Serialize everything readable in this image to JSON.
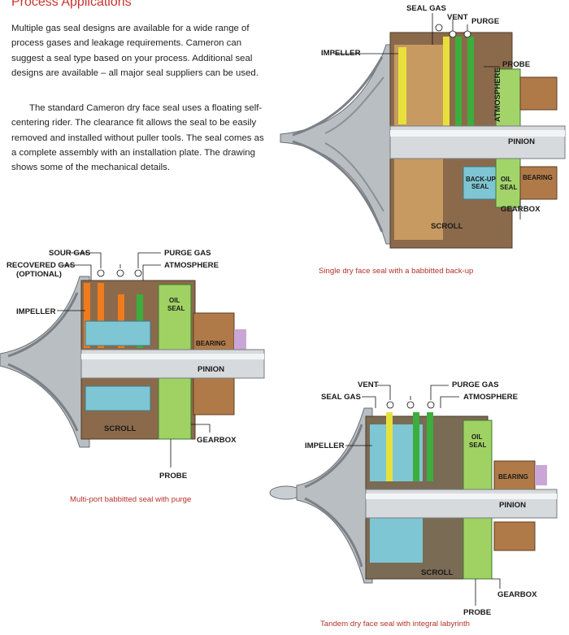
{
  "heading": "Process Applications",
  "paragraphs": [
    "Multiple gas seal designs are available for a wide range of process gases and leakage requirements. Cameron can suggest a seal type based on your process. Additional seal designs are available – all major seal suppliers can be used.",
    "The standard Cameron dry face seal uses a floating self-centering rider. The clearance fit allows the seal to be easily removed and installed without puller tools. The seal comes as a complete assembly with an installation plate. The drawing shows some of the mechanical details."
  ],
  "figures": {
    "single": {
      "caption": "Single dry face seal with a babbitted back-up",
      "labels": {
        "seal_gas": "SEAL GAS",
        "vent": "VENT",
        "purge": "PURGE",
        "impeller": "IMPELLER",
        "probe": "PROBE",
        "atmosphere": "ATMOSPHERE",
        "pinion": "PINION",
        "back_up_seal_1": "BACK-UP",
        "back_up_seal_2": "SEAL",
        "oil_seal_1": "OIL",
        "oil_seal_2": "SEAL",
        "bearing": "BEARING",
        "scroll": "SCROLL",
        "gearbox": "GEARBOX"
      }
    },
    "multiport": {
      "caption": "Multi-port babbitted seal with purge",
      "labels": {
        "sour_gas": "SOUR GAS",
        "purge_gas": "PURGE GAS",
        "recovered_gas": "RECOVERED GAS",
        "optional": "(OPTIONAL)",
        "atmosphere": "ATMOSPHERE",
        "impeller": "IMPELLER",
        "oil_seal_1": "OIL",
        "oil_seal_2": "SEAL",
        "bearing": "BEARING",
        "pinion": "PINION",
        "scroll": "SCROLL",
        "gearbox": "GEARBOX",
        "probe": "PROBE"
      }
    },
    "tandem": {
      "caption": "Tandem dry face seal with integral labyrinth",
      "labels": {
        "vent": "VENT",
        "purge_gas": "PURGE GAS",
        "seal_gas": "SEAL GAS",
        "atmosphere": "ATMOSPHERE",
        "impeller": "IMPELLER",
        "oil_seal_1": "OIL",
        "oil_seal_2": "SEAL",
        "bearing": "BEARING",
        "pinion": "PINION",
        "scroll": "SCROLL",
        "gearbox": "GEARBOX",
        "probe": "PROBE"
      }
    }
  }
}
